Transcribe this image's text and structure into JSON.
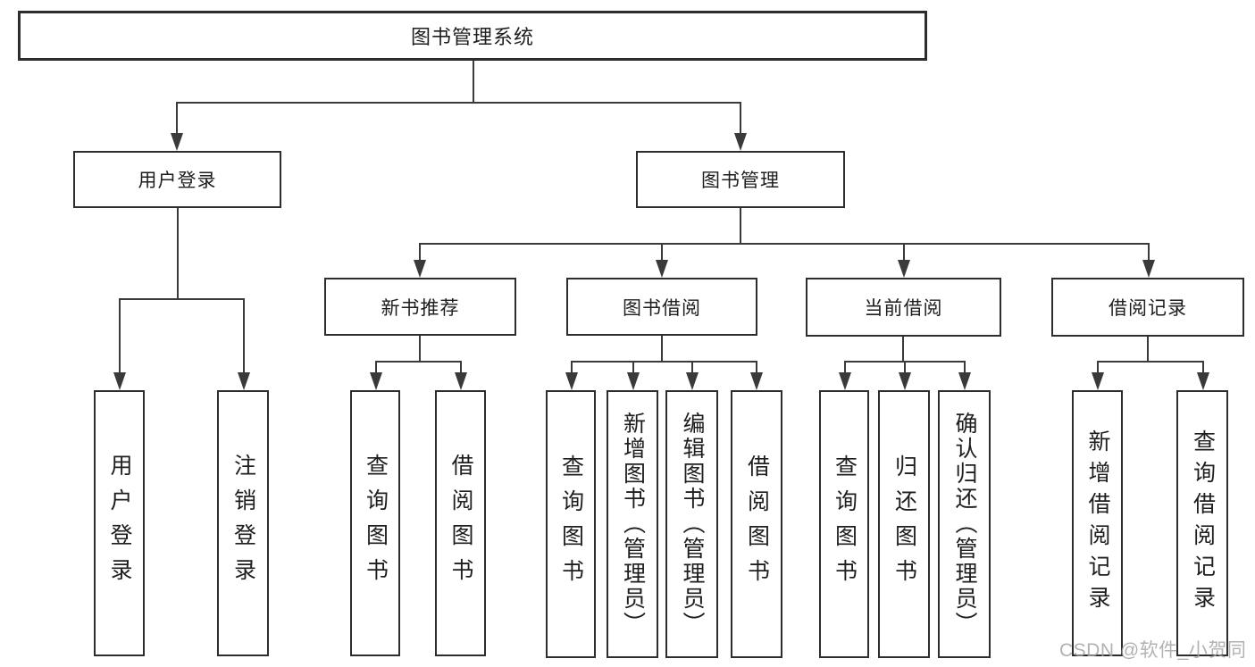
{
  "colors": {
    "line": "#3a3a3a",
    "box_border": "#2d2d2d",
    "text": "#1e1e1e",
    "background": "#ffffff",
    "watermark": "#a5a5a5"
  },
  "tree": {
    "root": {
      "label": "图书管理系统",
      "children": [
        {
          "label": "用户登录",
          "children": [
            {
              "label": "用户登录"
            },
            {
              "label": "注销登录"
            }
          ]
        },
        {
          "label": "图书管理",
          "children": [
            {
              "label": "新书推荐",
              "children": [
                {
                  "label": "查询图书"
                },
                {
                  "label": "借阅图书"
                }
              ]
            },
            {
              "label": "图书借阅",
              "children": [
                {
                  "label": "查询图书"
                },
                {
                  "label": "新增图书（管理员）"
                },
                {
                  "label": "编辑图书（管理员）"
                },
                {
                  "label": "借阅图书"
                }
              ]
            },
            {
              "label": "当前借阅",
              "children": [
                {
                  "label": "查询图书"
                },
                {
                  "label": "归还图书"
                },
                {
                  "label": "确认归还（管理员）"
                }
              ]
            },
            {
              "label": "借阅记录",
              "children": [
                {
                  "label": "新增借阅记录"
                },
                {
                  "label": "查询借阅记录"
                }
              ]
            }
          ]
        }
      ]
    }
  },
  "watermark": {
    "text": "CSDN @软件_小贺同学"
  }
}
